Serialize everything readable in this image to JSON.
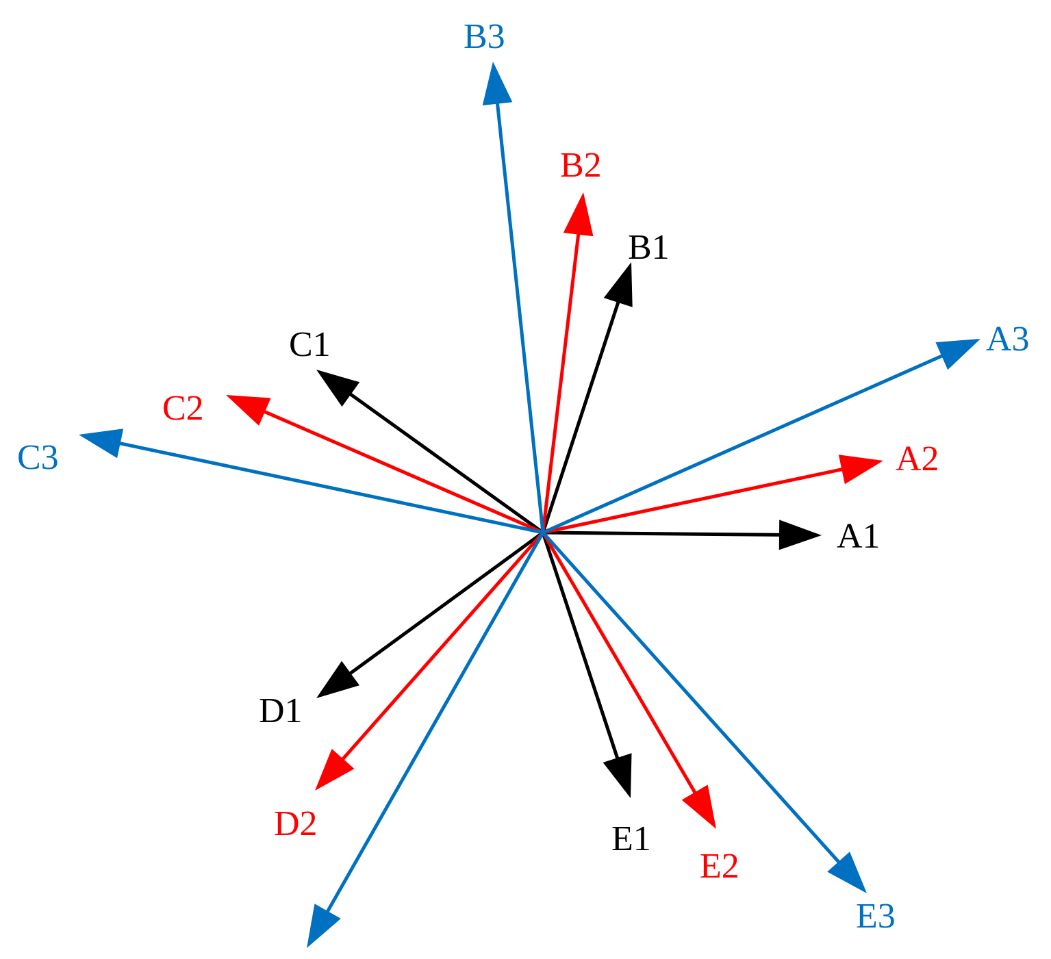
{
  "diagram": {
    "colors": {
      "black": "#000000",
      "red": "#ff0000",
      "blue": "#0070c0"
    },
    "vectors": [
      {
        "id": "A1",
        "label": "A1",
        "color": "black"
      },
      {
        "id": "B1",
        "label": "B1",
        "color": "black"
      },
      {
        "id": "C1",
        "label": "C1",
        "color": "black"
      },
      {
        "id": "D1",
        "label": "D1",
        "color": "black"
      },
      {
        "id": "E1",
        "label": "E1",
        "color": "black"
      },
      {
        "id": "A2",
        "label": "A2",
        "color": "red"
      },
      {
        "id": "B2",
        "label": "B2",
        "color": "red"
      },
      {
        "id": "C2",
        "label": "C2",
        "color": "red"
      },
      {
        "id": "D2",
        "label": "D2",
        "color": "red"
      },
      {
        "id": "E2",
        "label": "E2",
        "color": "red"
      },
      {
        "id": "A3",
        "label": "A3",
        "color": "blue"
      },
      {
        "id": "B3",
        "label": "B3",
        "color": "blue"
      },
      {
        "id": "C3",
        "label": "C3",
        "color": "blue"
      },
      {
        "id": "D3",
        "label": "",
        "color": "blue"
      },
      {
        "id": "E3",
        "label": "E3",
        "color": "blue"
      }
    ]
  }
}
